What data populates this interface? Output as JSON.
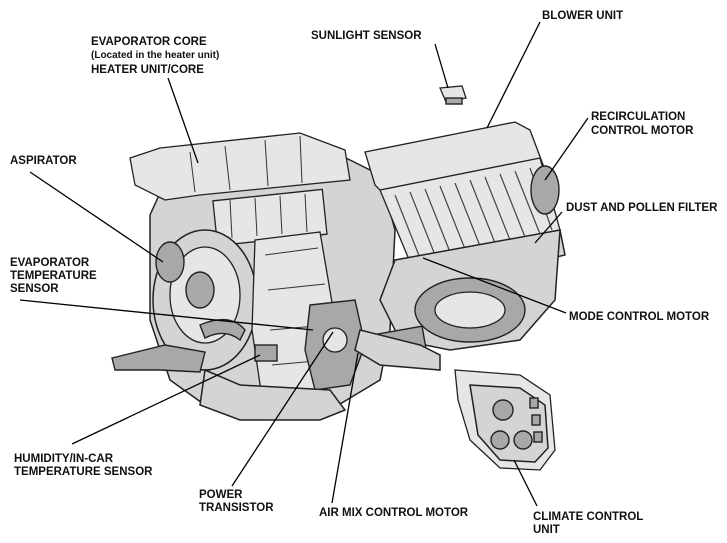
{
  "labels": {
    "evaporator_core": {
      "line1": "EVAPORATOR CORE",
      "line2": "(Located in the heater unit)",
      "line3": "HEATER UNIT/CORE"
    },
    "sunlight_sensor": "SUNLIGHT SENSOR",
    "blower_unit": "BLOWER UNIT",
    "recirculation_control_motor": {
      "line1": "RECIRCULATION",
      "line2": "CONTROL MOTOR"
    },
    "aspirator": "ASPIRATOR",
    "dust_and_pollen_filter": "DUST AND POLLEN FILTER",
    "evaporator_temperature_sensor": {
      "line1": "EVAPORATOR",
      "line2": "TEMPERATURE",
      "line3": "SENSOR"
    },
    "mode_control_motor": "MODE CONTROL MOTOR",
    "humidity_in_car_temperature_sensor": {
      "line1": "HUMIDITY/IN-CAR",
      "line2": "TEMPERATURE SENSOR"
    },
    "power_transistor": {
      "line1": "POWER",
      "line2": "TRANSISTOR"
    },
    "air_mix_control_motor": "AIR MIX CONTROL MOTOR",
    "climate_control_unit": {
      "line1": "CLIMATE CONTROL",
      "line2": "UNIT"
    }
  }
}
